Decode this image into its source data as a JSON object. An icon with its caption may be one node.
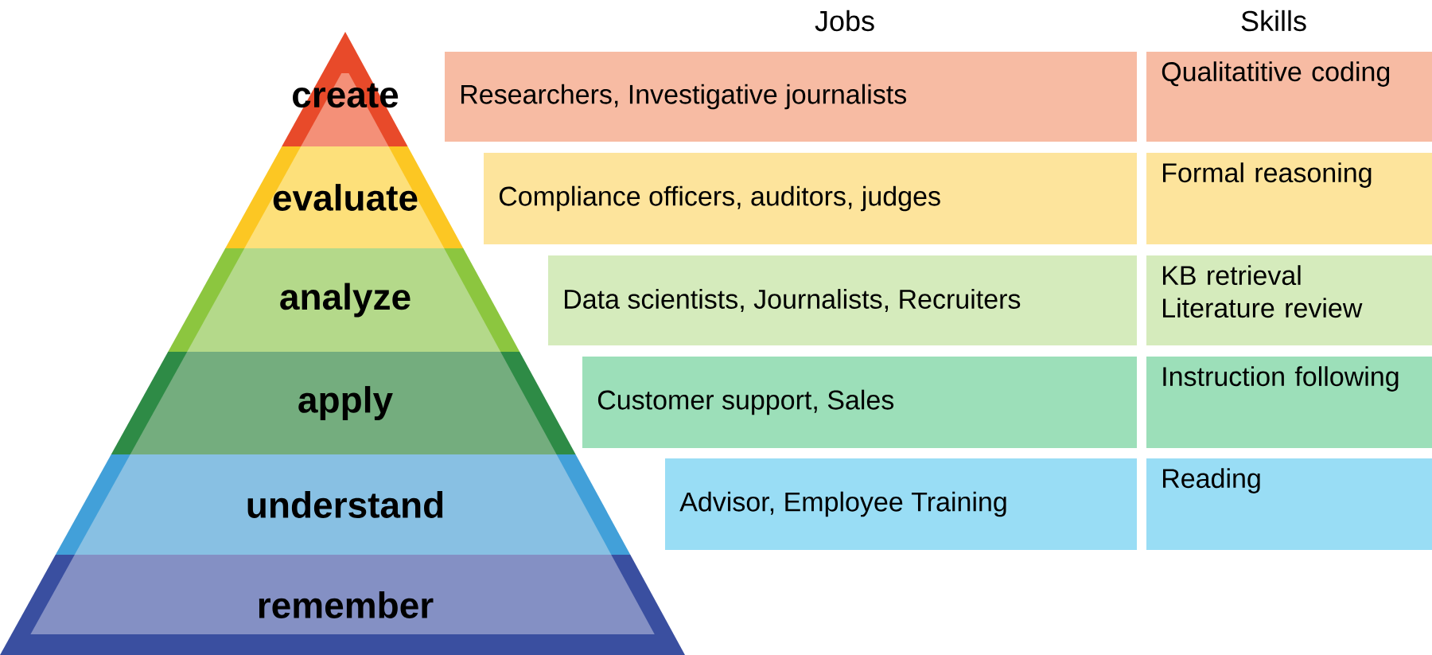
{
  "diagram": {
    "nodes": [
      {
        "text": [
          "create"
        ]
      },
      {
        "text": [
          "evaluate"
        ]
      },
      {
        "text": [
          "analyze"
        ]
      },
      {
        "text": [
          "apply"
        ]
      },
      {
        "text": [
          "understand"
        ]
      },
      {
        "text": [
          "remember"
        ]
      },
      {
        "text": [
          "Researchers, Investigative journalists"
        ]
      },
      {
        "text": [
          "Compliance officers, auditors, judges"
        ]
      },
      {
        "text": [
          "Data scientists, Journalists, Recruiters"
        ]
      },
      {
        "text": [
          "Customer support, Sales"
        ]
      },
      {
        "text": [
          "Advisor, Employee Training"
        ]
      },
      {
        "text": [
          "Qualitatitive coding"
        ]
      },
      {
        "text": [
          "Formal reasoning"
        ]
      },
      {
        "text": [
          "KB retrieval Literature review"
        ]
      },
      {
        "text": [
          "Instruction following"
        ]
      },
      {
        "text": [
          "Reading"
        ]
      }
    ],
    "labels": [
      "Jobs",
      "Skills"
    ]
  }
}
